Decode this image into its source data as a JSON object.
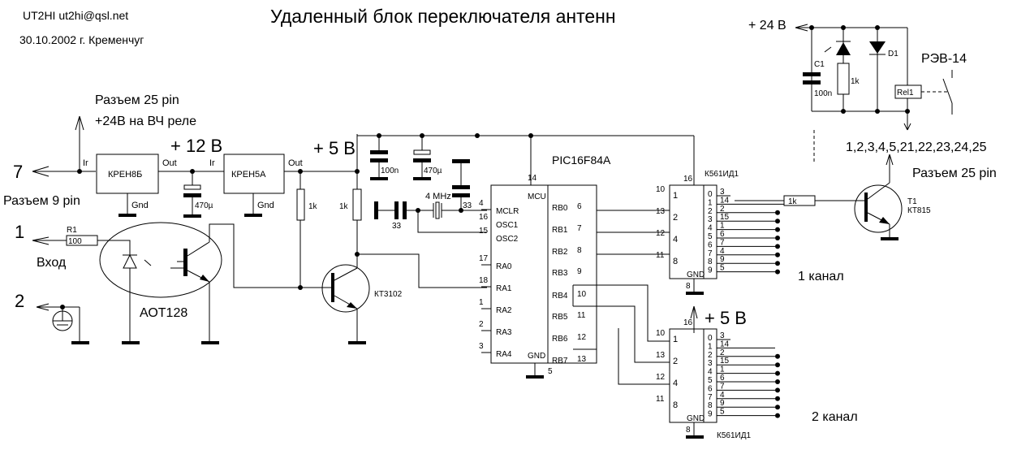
{
  "header": {
    "callsign": "UT2HI  ut2hi@qsl.net",
    "date_place": "30.10.2002 г. Кременчуг",
    "title": "Удаленный блок переключателя антенн"
  },
  "power": {
    "v24": "+ 24 В",
    "v12": "+ 12 В",
    "v5": "+ 5 В",
    "v5_decoder2": "+ 5 В"
  },
  "connectors": {
    "conn25_top": "Разъем 25 pin",
    "conn25_top_note": "+24В на ВЧ реле",
    "conn9": "Разъем 9 pin",
    "conn25_right": "Разъем 25 pin",
    "pin7": "7",
    "pin1": "1",
    "pin2": "2",
    "input_label": "Вход",
    "right_pins": "1,2,3,4,5,21,22,23,24,25"
  },
  "regulators": [
    {
      "name": "КРЕН8Б",
      "in": "Ir",
      "out": "Out",
      "gnd": "Gnd"
    },
    {
      "name": "КРЕН5А",
      "in": "Ir",
      "out": "Out",
      "gnd": "Gnd"
    }
  ],
  "components": {
    "r1_ref": "R1",
    "r1_val": "100",
    "optocoupler": "АОТ128",
    "c_470_1": "470µ",
    "c_470_2": "470µ",
    "c_100n": "100n",
    "r_1k_a": "1k",
    "r_1k_b": "1k",
    "r_1k_c": "1k",
    "r_1k_d": "1k",
    "c_33_a": "33",
    "c_33_b": "33",
    "crystal": "4 MHz",
    "q_kt3102": "КТ3102",
    "t1_ref": "T1",
    "t1_val": "КТ815",
    "c1_ref": "C1",
    "c1_val": "100n",
    "d1_ref": "D1",
    "rel_ref": "Rel1",
    "relay_type": "РЭВ-14"
  },
  "mcu": {
    "name": "PIC16F84A",
    "center_label": "MCU",
    "vdd_pin": "14",
    "gnd_pin": "5",
    "gnd_label": "GND",
    "left_pins": [
      {
        "num": "4",
        "name": "MCLR"
      },
      {
        "num": "16",
        "name": "OSC1"
      },
      {
        "num": "15",
        "name": "OSC2"
      },
      {
        "num": "17",
        "name": "RA0"
      },
      {
        "num": "18",
        "name": "RA1"
      },
      {
        "num": "1",
        "name": "RA2"
      },
      {
        "num": "2",
        "name": "RA3"
      },
      {
        "num": "3",
        "name": "RA4"
      }
    ],
    "right_pins": [
      {
        "num": "6",
        "name": "RB0"
      },
      {
        "num": "7",
        "name": "RB1"
      },
      {
        "num": "8",
        "name": "RB2"
      },
      {
        "num": "9",
        "name": "RB3"
      },
      {
        "num": "10",
        "name": "RB4"
      },
      {
        "num": "11",
        "name": "RB5"
      },
      {
        "num": "12",
        "name": "RB6"
      },
      {
        "num": "13",
        "name": "RB7"
      }
    ]
  },
  "decoders": [
    {
      "name": "К561ИД1",
      "channel": "1 канал",
      "vdd_pin": "16",
      "gnd_pin": "8",
      "gnd_label": "GND",
      "inputs": [
        {
          "num": "10",
          "name": "1"
        },
        {
          "num": "13",
          "name": "2"
        },
        {
          "num": "12",
          "name": "4"
        },
        {
          "num": "11",
          "name": "8"
        }
      ],
      "outputs": [
        {
          "idx": "0",
          "pin": "3"
        },
        {
          "idx": "1",
          "pin": "14"
        },
        {
          "idx": "2",
          "pin": "2"
        },
        {
          "idx": "3",
          "pin": "15"
        },
        {
          "idx": "4",
          "pin": "1"
        },
        {
          "idx": "5",
          "pin": "6"
        },
        {
          "idx": "6",
          "pin": "7"
        },
        {
          "idx": "7",
          "pin": "4"
        },
        {
          "idx": "8",
          "pin": "9"
        },
        {
          "idx": "9",
          "pin": "5"
        }
      ]
    },
    {
      "name": "К561ИД1",
      "channel": "2 канал",
      "vdd_pin": "16",
      "gnd_pin": "8",
      "gnd_label": "GND",
      "inputs": [
        {
          "num": "10",
          "name": "1"
        },
        {
          "num": "13",
          "name": "2"
        },
        {
          "num": "12",
          "name": "4"
        },
        {
          "num": "11",
          "name": "8"
        }
      ],
      "outputs": [
        {
          "idx": "0",
          "pin": "3"
        },
        {
          "idx": "1",
          "pin": "14"
        },
        {
          "idx": "2",
          "pin": "2"
        },
        {
          "idx": "3",
          "pin": "15"
        },
        {
          "idx": "4",
          "pin": "1"
        },
        {
          "idx": "5",
          "pin": "6"
        },
        {
          "idx": "6",
          "pin": "7"
        },
        {
          "idx": "7",
          "pin": "4"
        },
        {
          "idx": "8",
          "pin": "9"
        },
        {
          "idx": "9",
          "pin": "5"
        }
      ]
    }
  ]
}
